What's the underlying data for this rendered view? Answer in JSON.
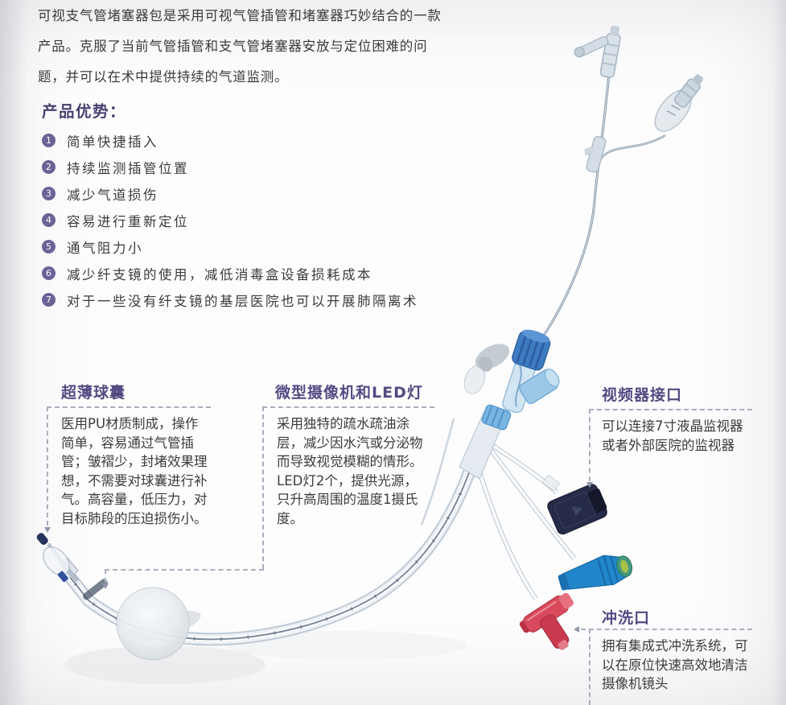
{
  "page": {
    "language": "zh-CN",
    "kind": "product-infographic"
  },
  "intro": {
    "lines": [
      "可视支气管堵塞器包是采用可视气管插管和堵塞器巧妙结合的一款",
      "产品。克服了当前气管插管和支气管堵塞器安放与定位困难的问",
      "题，并可以在术中提供持续的气道监测。"
    ]
  },
  "advantages": {
    "heading": "产品优势：",
    "items": [
      {
        "num": "1",
        "text": "简单快捷插入"
      },
      {
        "num": "2",
        "text": "持续监测插管位置"
      },
      {
        "num": "3",
        "text": "减少气道损伤"
      },
      {
        "num": "4",
        "text": "容易进行重新定位"
      },
      {
        "num": "5",
        "text": "通气阻力小"
      },
      {
        "num": "6",
        "text": "减少纤支镜的使用，减低消毒盒设备损耗成本"
      },
      {
        "num": "7",
        "text": "对于一些没有纤支镜的基层医院也可以开展肺隔离术"
      }
    ]
  },
  "callouts": {
    "balloon": {
      "title": "超薄球囊",
      "lines": [
        "医用PU材质制成，操作",
        "简单，容易通过气管插",
        "管；皱褶少，封堵效果理",
        "想，不需要对球囊进行补",
        "气。高容量，低压力，对",
        "目标肺段的压迫损伤小。"
      ]
    },
    "camera": {
      "title": "微型摄像机和LED灯",
      "lines": [
        "采用独特的疏水疏油涂",
        "层，减少因水汽或分泌物",
        "而导致视觉模糊的情形。",
        "LED灯2个，提供光源，",
        "只升高周围的温度1摄氏",
        "度。"
      ]
    },
    "video": {
      "title": "视频器接口",
      "lines": [
        "可以连接7寸液晶监视器",
        "或者外部医院的监视器"
      ]
    },
    "flush": {
      "title": "冲洗口",
      "lines": [
        "拥有集成式冲洗系统，可",
        "以在原位快速高效地清洁",
        "摄像机镜头"
      ]
    }
  },
  "palette": {
    "accent_purple": "#49406F",
    "badge_purple": "#6B6396",
    "callout_title_purple": "#554A82",
    "body_text": "#3B3B3D",
    "dashed_line": "#A7AEBC",
    "device_blue": "#3E7BC1",
    "device_light_blue": "#9CC8E8",
    "device_navy": "#262B47",
    "device_red": "#D84A5B",
    "device_teal": "#43997C"
  }
}
